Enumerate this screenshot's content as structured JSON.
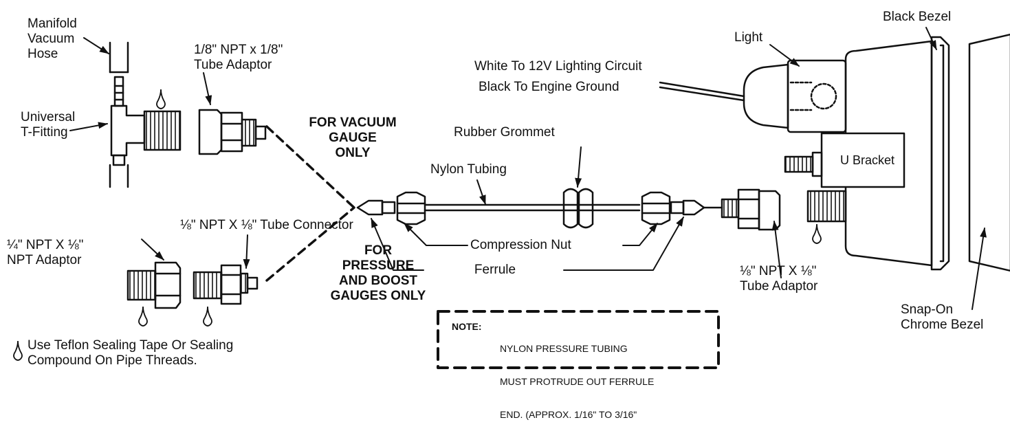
{
  "labels": {
    "manifold_vacuum_hose": [
      "Manifold",
      "Vacuum",
      "Hose"
    ],
    "tube_adaptor_top": [
      "1/8\" NPT x 1/8\"",
      "Tube Adaptor"
    ],
    "universal_t_fitting": [
      "Universal",
      "T-Fitting"
    ],
    "for_vacuum_gauge_only": [
      "FOR VACUUM",
      "GAUGE",
      "ONLY"
    ],
    "rubber_grommet": "Rubber Grommet",
    "nylon_tubing": "Nylon Tubing",
    "white_lighting": "White To 12V Lighting Circuit",
    "black_ground": "Black To Engine Ground",
    "light": "Light",
    "black_bezel": "Black Bezel",
    "u_bracket": "U Bracket",
    "tube_connector": "⅛\" NPT X ⅛\" Tube Connector",
    "npt_adaptor": [
      "¼\" NPT X ⅛\"",
      "NPT Adaptor"
    ],
    "for_pressure_boost": [
      "FOR",
      "PRESSURE",
      "AND BOOST",
      "GAUGES ONLY"
    ],
    "compression_nut": "Compression Nut",
    "ferrule": "Ferrule",
    "tube_adaptor_right": [
      "⅛\" NPT X ⅛\"",
      "Tube Adaptor"
    ],
    "snap_on_bezel": [
      "Snap-On",
      "Chrome Bezel"
    ],
    "teflon_note": [
      "Use Teflon Sealing Tape Or Sealing",
      "Compound On Pipe Threads."
    ]
  },
  "note": {
    "heading": "NOTE:",
    "lines": [
      "NYLON PRESSURE TUBING",
      "MUST PROTRUDE OUT FERRULE",
      "END. (APPROX. 1/16\" TO 3/16\""
    ]
  },
  "icons": [
    "droplet-icon"
  ],
  "colors": {
    "ink": "#111111",
    "background": "#ffffff"
  }
}
